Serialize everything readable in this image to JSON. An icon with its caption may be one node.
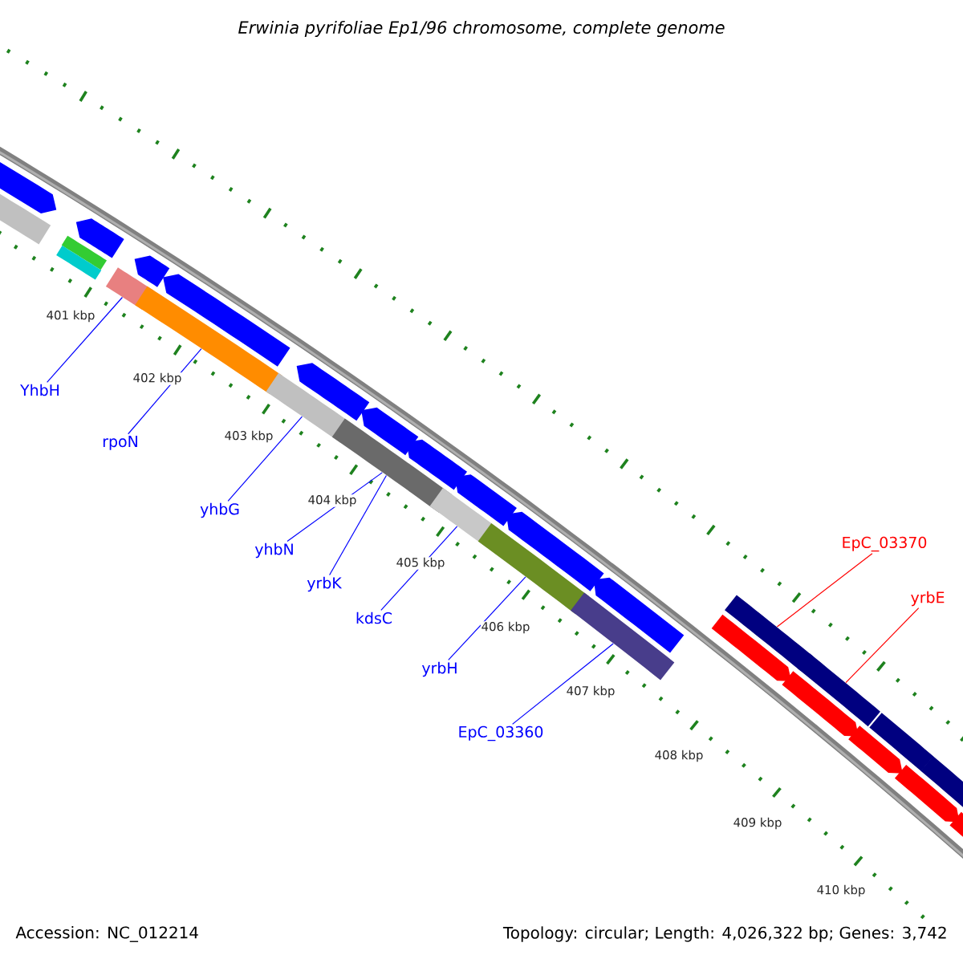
{
  "diagram": {
    "title": "Erwinia pyrifoliae Ep1/96 chromosome, complete genome",
    "nodes": [
      {
        "text": [
          "YhbH"
        ]
      },
      {
        "text": [
          "rpoN"
        ]
      },
      {
        "text": [
          "yhbG"
        ]
      },
      {
        "text": [
          "yhbN"
        ]
      },
      {
        "text": [
          "yrbK"
        ]
      },
      {
        "text": [
          "kdsC"
        ]
      },
      {
        "text": [
          "yrbH"
        ]
      },
      {
        "text": [
          "EpC_03360"
        ]
      },
      {
        "text": [
          "EpC_03370"
        ]
      },
      {
        "text": [
          "yrbE"
        ]
      },
      {
        "text": [],
        "shape": "bar"
      },
      {
        "text": [],
        "shape": "bar"
      },
      {
        "text": [],
        "shape": "bar"
      },
      {
        "text": [],
        "shape": "bar"
      },
      {
        "text": [],
        "shape": "bar"
      },
      {
        "text": [],
        "shape": "bar"
      },
      {
        "text": [],
        "shape": "bar"
      },
      {
        "text": [],
        "shape": "bar"
      },
      {
        "text": [],
        "shape": "bar"
      },
      {
        "text": [],
        "shape": "bar"
      },
      {
        "text": [],
        "shape": "bar"
      },
      {
        "text": [],
        "shape": "bar"
      },
      {
        "text": [],
        "shape": "bar"
      },
      {
        "text": [],
        "shape": "bar"
      },
      {
        "text": [],
        "shape": "bar"
      },
      {
        "text": [],
        "shape": "bar"
      },
      {
        "text": [],
        "shape": "bar"
      },
      {
        "text": [],
        "shape": "bar"
      },
      {
        "text": [],
        "shape": "bar"
      },
      {
        "text": [],
        "shape": "bar"
      },
      {
        "text": [],
        "shape": "bar"
      },
      {
        "text": [],
        "shape": "bar"
      },
      {
        "text": [],
        "shape": "bar"
      },
      {
        "text": [],
        "shape": "bar"
      },
      {
        "text": [],
        "shape": "bar"
      },
      {
        "text": [],
        "shape": "bar"
      },
      {
        "text": [],
        "shape": "bar"
      },
      {
        "text": [],
        "shape": "bar"
      },
      {
        "text": [],
        "shape": "bar"
      }
    ],
    "edges": [
      {
        "from": 0,
        "to": 23,
        "arrow": "none"
      },
      {
        "from": 1,
        "to": 24,
        "arrow": "none"
      },
      {
        "from": 2,
        "to": 25,
        "arrow": "none"
      },
      {
        "from": 3,
        "to": 26,
        "arrow": "none"
      },
      {
        "from": 4,
        "to": 26,
        "arrow": "none"
      },
      {
        "from": 5,
        "to": 27,
        "arrow": "none"
      },
      {
        "from": 6,
        "to": 28,
        "arrow": "none"
      },
      {
        "from": 7,
        "to": 29,
        "arrow": "none"
      },
      {
        "from": 8,
        "to": 35,
        "arrow": "none",
        "color": "#ff0000"
      },
      {
        "from": 9,
        "to": 36,
        "arrow": "none",
        "color": "#ff0000"
      }
    ],
    "labels": [
      "401 kbp",
      "402 kbp",
      "403 kbp",
      "404 kbp",
      "405 kbp",
      "406 kbp",
      "407 kbp",
      "408 kbp",
      "409 kbp",
      "410 kbp",
      "Accession: NC_012214",
      "Topology: circular; Length: 4,026,322 bp; Genes: 3,742"
    ]
  }
}
